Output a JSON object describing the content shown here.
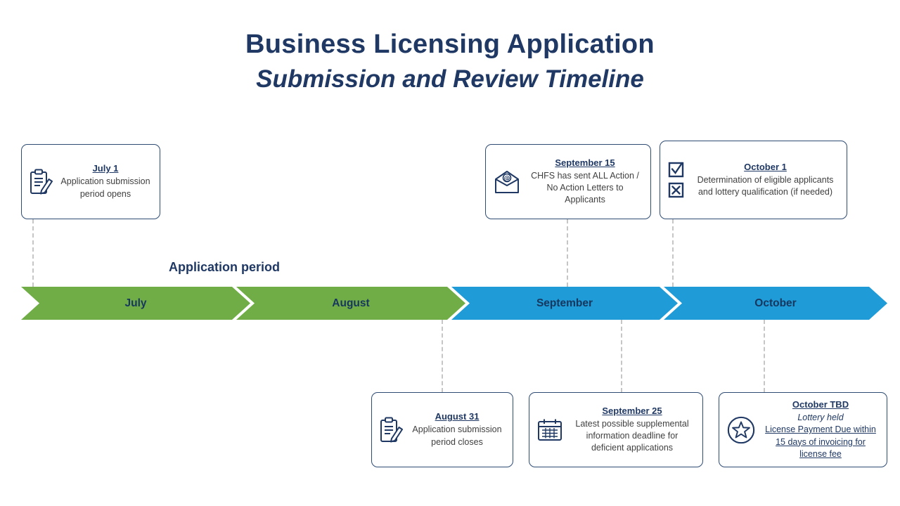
{
  "title": {
    "line1": "Business Licensing Application",
    "line2": "Submission and Review Timeline"
  },
  "timeline": {
    "period_label": "Application period",
    "segments": [
      {
        "label": "July",
        "color": "#70AD47"
      },
      {
        "label": "August",
        "color": "#70AD47"
      },
      {
        "label": "September",
        "color": "#1F9BD7"
      },
      {
        "label": "October",
        "color": "#1F9BD7"
      }
    ]
  },
  "events": [
    {
      "date": "July 1",
      "description": "Application submission period opens",
      "icon": "clipboard-pencil-icon",
      "position": "above"
    },
    {
      "date": "September 15",
      "description": "CHFS has sent ALL Action / No Action Letters to Applicants",
      "icon": "envelope-at-icon",
      "position": "above"
    },
    {
      "date": "October 1",
      "description": "Determination of eligible applicants and lottery qualification (if needed)",
      "icon": "checkboxes-icon",
      "position": "above"
    },
    {
      "date": "August 31",
      "description": "Application submission period closes",
      "icon": "clipboard-pencil-icon",
      "position": "below"
    },
    {
      "date": "September 25",
      "description": "Latest possible supplemental information deadline for deficient applications",
      "icon": "calendar-icon",
      "position": "below"
    },
    {
      "date": "October TBD",
      "lottery_line": "Lottery held",
      "payment_line": "License Payment Due within 15 days of invoicing for license fee",
      "icon": "star-circle-icon",
      "position": "below"
    }
  ],
  "colors": {
    "title_navy": "#1F3864",
    "green_segment": "#70AD47",
    "blue_segment": "#1F9BD7",
    "box_border": "#2E4B73",
    "body_text": "#404040",
    "connector_gray": "#C6C6C6"
  }
}
